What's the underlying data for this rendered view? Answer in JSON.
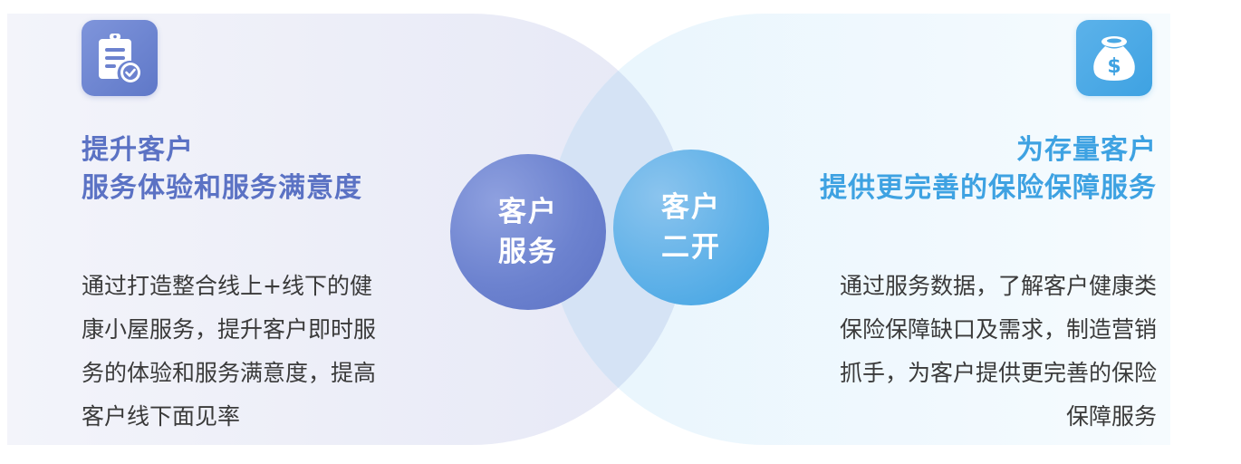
{
  "colors": {
    "left_accent": "#5b72c4",
    "right_accent": "#3ea2e2",
    "body_text": "#3a3a3a",
    "left_panel_bg": "#eef0f9",
    "right_panel_bg": "#eef8fd",
    "overlap_bg": "#d4e2f5"
  },
  "left": {
    "icon": "clipboard-check-icon",
    "title_lines": [
      "提升客户",
      "服务体验和服务满意度"
    ],
    "circle_lines": [
      "客户",
      "服务"
    ],
    "body_lines": [
      "通过打造整合线上+线下的健",
      "康小屋服务，提升客户即时服",
      "务的体验和服务满意度，提高",
      "客户线下面见率"
    ]
  },
  "right": {
    "icon": "money-bag-icon",
    "icon_symbol": "$",
    "title_lines": [
      "为存量客户",
      "提供更完善的保险保障服务"
    ],
    "circle_lines": [
      "客户",
      "二开"
    ],
    "body_lines": [
      "通过服务数据，了解客户健康类",
      "保险保障缺口及需求，制造营销",
      "抓手，为客户提供更完善的保险",
      "保障服务"
    ]
  }
}
